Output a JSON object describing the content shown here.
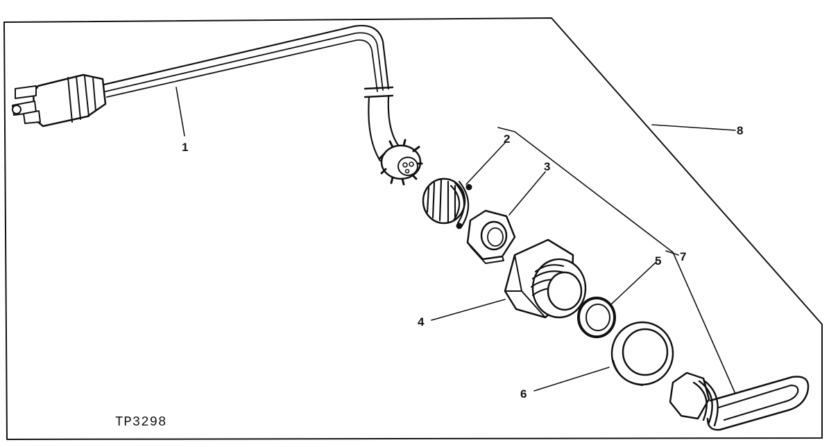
{
  "figure_code": "TP3298",
  "callouts": [
    {
      "id": "1",
      "label": "1"
    },
    {
      "id": "2",
      "label": "2"
    },
    {
      "id": "3",
      "label": "3"
    },
    {
      "id": "4",
      "label": "4"
    },
    {
      "id": "5",
      "label": "5"
    },
    {
      "id": "6",
      "label": "6"
    },
    {
      "id": "7",
      "label": "7"
    },
    {
      "id": "8",
      "label": "8"
    }
  ],
  "colors": {
    "ink": "#111111",
    "paper": "#ffffff"
  }
}
